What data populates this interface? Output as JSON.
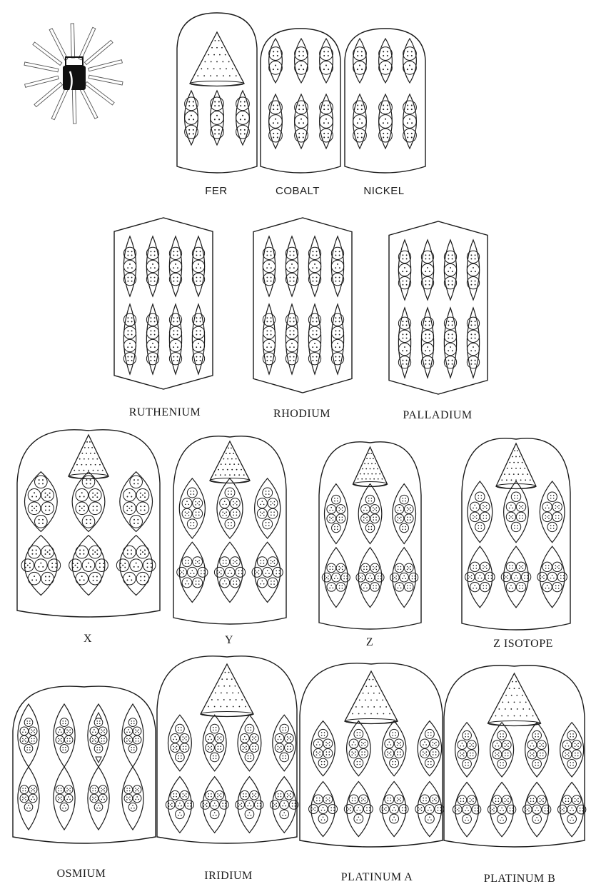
{
  "page": {
    "ink_color": "#1a1a1a",
    "background": "#ffffff"
  },
  "rows": [
    {
      "labels": [
        "FER",
        "COBALT",
        "NICKEL"
      ]
    },
    {
      "labels": [
        "RUTHENIUM",
        "RHODIUM",
        "PALLADIUM"
      ]
    },
    {
      "labels": [
        "X",
        "Y",
        "Z",
        "Z   ISOTOPE"
      ]
    },
    {
      "labels": [
        "OSMIUM",
        "IRIDIUM",
        "PLATINUM   A",
        "PLATINUM   B"
      ]
    }
  ],
  "icons": {
    "corner": "radiant-atom-icon"
  }
}
